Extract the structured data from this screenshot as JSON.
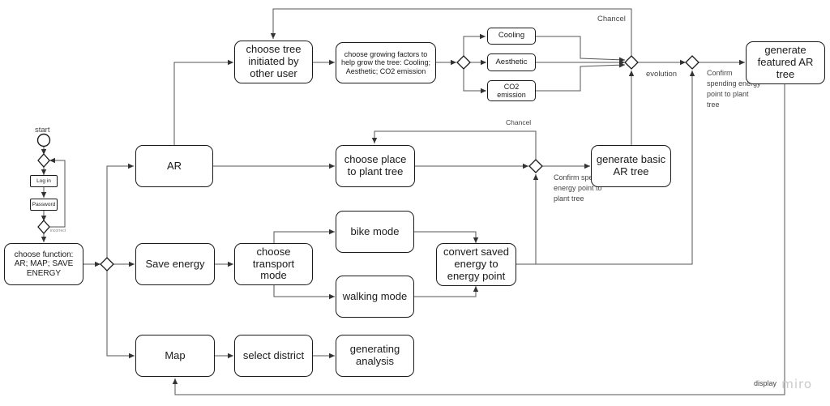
{
  "start_label": "start",
  "login_label": "Log in",
  "password_label": "Password",
  "incorrect_label": "incorrect",
  "choose_function": "choose function: AR; MAP; SAVE ENERGY",
  "ar": "AR",
  "save_energy": "Save energy",
  "map": "Map",
  "choose_tree": "choose tree initiated by other user",
  "growing_factors": "choose growing factors to help grow the tree: Cooling; Aesthetic; CO2 emission",
  "cooling": "Cooling",
  "aesthetic": "Aesthetic",
  "co2": "CO2 emission",
  "chancel_top": "Chancel",
  "evolution": "evolution",
  "confirm_top": "Confirm spending energy point to plant tree",
  "generate_featured": "generate featured AR tree",
  "choose_place": "choose place to plant tree",
  "chancel_mid": "Chancel",
  "confirm_mid": "Confirm spending energy point to plant tree",
  "generate_basic": "generate basic AR tree",
  "choose_transport": "choose transport mode",
  "bike_mode": "bike mode",
  "walking_mode": "walking mode",
  "convert_energy": "convert saved energy to energy point",
  "select_district": "select district",
  "generating_analysis": "generating analysis",
  "display": "display",
  "watermark": "miro"
}
